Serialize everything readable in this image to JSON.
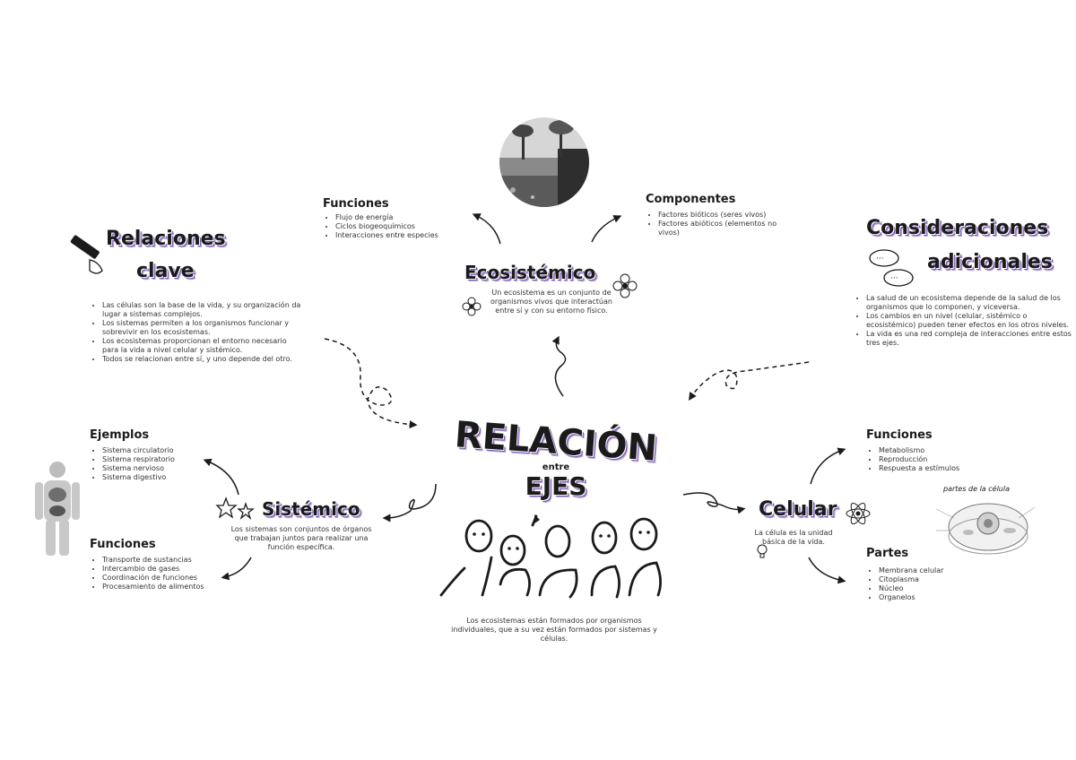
{
  "center": {
    "title": "RELACIÓN",
    "connector": "entre",
    "subtitle": "EJES",
    "caption": "Los ecosistemas están formados por organismos individuales, que a su vez están formados por sistemas y células."
  },
  "ecosistemico": {
    "title": "Ecosistémico",
    "description": "Un ecosistema es un conjunto de organismos vivos que interactúan entre sí y con su entorno físico.",
    "funciones": {
      "heading": "Funciones",
      "items": [
        "Flujo de energía",
        "Ciclos biogeoquímicos",
        "Interacciones entre especies"
      ]
    },
    "componentes": {
      "heading": "Componentes",
      "items": [
        "Factores bióticos (seres vivos)",
        "Factores abióticos (elementos no vivos)"
      ]
    }
  },
  "relaciones": {
    "title_line1": "Relaciones",
    "title_line2": "clave",
    "items": [
      "Las células son la base de la vida, y su organización da lugar a sistemas complejos.",
      "Los sistemas permiten a los organismos funcionar y sobrevivir en los ecosistemas.",
      "Los ecosistemas proporcionan el entorno necesario para la vida a nivel celular y sistémico.",
      "Todos se relacionan entre sí, y uno depende del otro."
    ]
  },
  "consideraciones": {
    "title_line1": "Consideraciones",
    "title_line2": "adicionales",
    "items": [
      "La salud de un ecosistema depende de la salud de los organismos que lo componen, y viceversa.",
      "Los cambios en un nivel (celular, sistémico o ecosistémico) pueden tener efectos en los otros niveles.",
      "La vida es una red compleja de interacciones entre estos tres ejes."
    ]
  },
  "sistemico": {
    "title": "Sistémico",
    "description": "Los sistemas son conjuntos de órganos que trabajan juntos para realizar una función específica.",
    "ejemplos": {
      "heading": "Ejemplos",
      "items": [
        "Sistema circulatorio",
        "Sistema respiratorio",
        "Sistema nervioso",
        "Sistema digestivo"
      ]
    },
    "funciones": {
      "heading": "Funciones",
      "items": [
        "Transporte de sustancias",
        "Intercambio de gases",
        "Coordinación de funciones",
        "Procesamiento de alimentos"
      ]
    }
  },
  "celular": {
    "title": "Celular",
    "description": "La célula es la unidad básica de la vida.",
    "funciones": {
      "heading": "Funciones",
      "items": [
        "Metabolismo",
        "Reproducción",
        "Respuesta a estímulos"
      ]
    },
    "partes": {
      "heading": "Partes",
      "items": [
        "Membrana celular",
        "Citoplasma",
        "Núcleo",
        "Organelos"
      ]
    },
    "diagram_label": "partes de la célula"
  },
  "colors": {
    "accent_purple": "#7b5bb0",
    "ink": "#1b1b1b",
    "text": "#333333"
  }
}
